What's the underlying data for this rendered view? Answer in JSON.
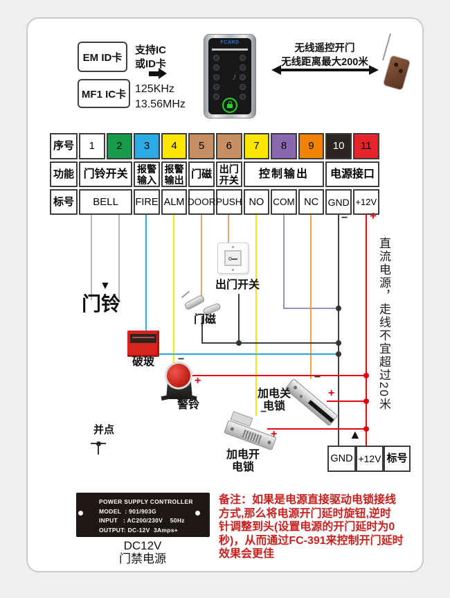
{
  "header": {
    "card_em": "EM ID卡",
    "card_mf": "MF1 IC卡",
    "support_note": "支持IC\n或ID卡",
    "freq_note": "125KHz\n13.56MHz",
    "device_brand": "FCARD",
    "wireless_line1": "无线遥控开门",
    "wireless_line2": "无线距离最大200米"
  },
  "terminal_table": {
    "row_headers": {
      "seq": "序号",
      "func": "功能",
      "tag": "标号"
    },
    "sequence": [
      {
        "num": "1",
        "bg": "#ffffff",
        "fg": "#000000"
      },
      {
        "num": "2",
        "bg": "#169c4b",
        "fg": "#000000"
      },
      {
        "num": "3",
        "bg": "#2aabe3",
        "fg": "#000000"
      },
      {
        "num": "4",
        "bg": "#ffe600",
        "fg": "#000000"
      },
      {
        "num": "5",
        "bg": "#c88f63",
        "fg": "#000000"
      },
      {
        "num": "6",
        "bg": "#c88f63",
        "fg": "#000000"
      },
      {
        "num": "7",
        "bg": "#ffe600",
        "fg": "#000000"
      },
      {
        "num": "8",
        "bg": "#8968b0",
        "fg": "#000000"
      },
      {
        "num": "9",
        "bg": "#f08300",
        "fg": "#000000"
      },
      {
        "num": "10",
        "bg": "#2d2523",
        "fg": "#ffffff"
      },
      {
        "num": "11",
        "bg": "#e6232a",
        "fg": "#000000"
      }
    ],
    "functions": [
      "门铃开关",
      "报警\n输入",
      "报警\n输出",
      "门磁",
      "出门\n开关",
      "控制输出",
      "电源接口"
    ],
    "tags": [
      "BELL",
      "FIRE",
      "ALM",
      "DOOR",
      "PUSH",
      "NO",
      "COM",
      "NC",
      "GND",
      "+12V"
    ]
  },
  "diagram": {
    "bell_label": "门铃",
    "glass_break_label": "破玻",
    "siren_label": "警铃",
    "door_contact_label": "门磁",
    "exit_button_label": "出门开关",
    "lock_fail_secure_label": "加电关\n电锁",
    "lock_strike_label": "加电开\n电锁",
    "junction_legend": "并点",
    "dc_routing_note": "直流电源，走线不宜超过20米",
    "plus": "+",
    "minus": "−"
  },
  "output_block": {
    "gnd": "GND",
    "v12": "+12V",
    "tag": "标号"
  },
  "psu": {
    "lines": "POWER SUPPLY CONTROLLER\nMODEL  : 901/903G\nINPUT   : AC200/230V    50Hz\nOUTPUT: DC-12V  3Amps+",
    "caption_line1": "DC12V",
    "caption_line2": "门禁电源"
  },
  "note": {
    "text": "备注：如果是电源直接驱动电锁接线\n方式,那么将电源开门延时旋钮,逆时\n针调整到头(设置电源的开门延时为0\n秒)，从而通过FC-391来控制开门延时\n效果会更佳"
  },
  "colors": {
    "wire_gray": "#b5b5b5",
    "wire_blue": "#29abe2",
    "wire_yellow": "#f7e400",
    "wire_tan": "#d7a877",
    "wire_purple": "#9a8bc4",
    "wire_orange": "#f0a055",
    "wire_dark": "#3d3d3d",
    "wire_red": "#e60012",
    "note_red": "#c8201d"
  }
}
